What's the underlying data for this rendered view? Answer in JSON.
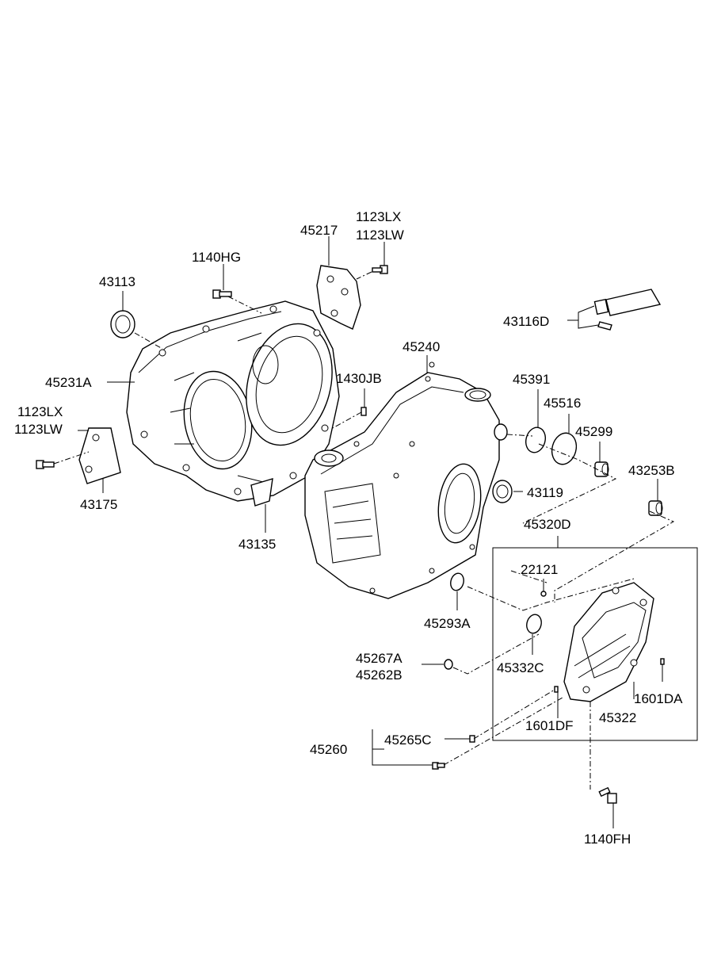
{
  "labels": {
    "p45217": "45217",
    "p1123LX_top": "1123LX",
    "p1123LW_top": "1123LW",
    "p1140HG": "1140HG",
    "p43113": "43113",
    "p43116D": "43116D",
    "p45240": "45240",
    "p45231A": "45231A",
    "p1430JB": "1430JB",
    "p45391": "45391",
    "p45516": "45516",
    "p45299": "45299",
    "p1123LX_left": "1123LX",
    "p1123LW_left": "1123LW",
    "p43253B": "43253B",
    "p43119": "43119",
    "p43175": "43175",
    "p45320D": "45320D",
    "p43135": "43135",
    "p22121": "22121",
    "p45293A": "45293A",
    "p45267A": "45267A",
    "p45262B": "45262B",
    "p45332C": "45332C",
    "p1601DA": "1601DA",
    "p45322": "45322",
    "p1601DF": "1601DF",
    "p45265C": "45265C",
    "p45260": "45260",
    "p1140FH": "1140FH"
  }
}
